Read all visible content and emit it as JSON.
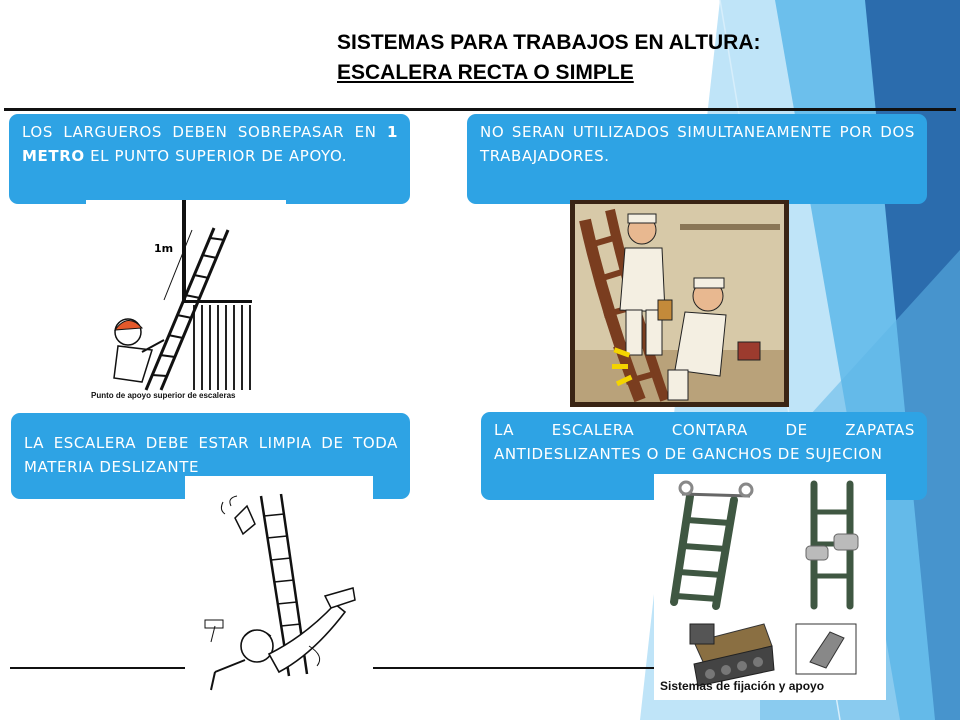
{
  "slide": {
    "title_line1": "SISTEMAS PARA TRABAJOS EN ALTURA:",
    "title_line2": "ESCALERA RECTA O SIMPLE"
  },
  "boxes": [
    {
      "pre": "LOS LARGUEROS DEBEN SOBREPASAR EN ",
      "strong": "1 METRO",
      "post": " EL PUNTO SUPERIOR DE APOYO."
    },
    {
      "text": "NO SERAN UTILIZADOS SIMULTANEAMENTE POR DOS TRABAJADORES."
    },
    {
      "text": "LA ESCALERA DEBE ESTAR LIMPIA DE TODA MATERIA DESLIZANTE"
    },
    {
      "text": "LA ESCALERA CONTARA DE ZAPATAS ANTIDESLIZANTES O DE GANCHOS DE SUJECION"
    }
  ],
  "illustrations": {
    "ladder_height_label": "1m",
    "ladder_caption": "Punto de apoyo superior de escaleras",
    "fixing_caption": "Sistemas de fijación y apoyo"
  },
  "colors": {
    "box_fill": "#2ea3e4",
    "accent_light": "#8fd0f2",
    "accent_dark": "#2f6fae",
    "photo_frame": "#3a2414"
  }
}
